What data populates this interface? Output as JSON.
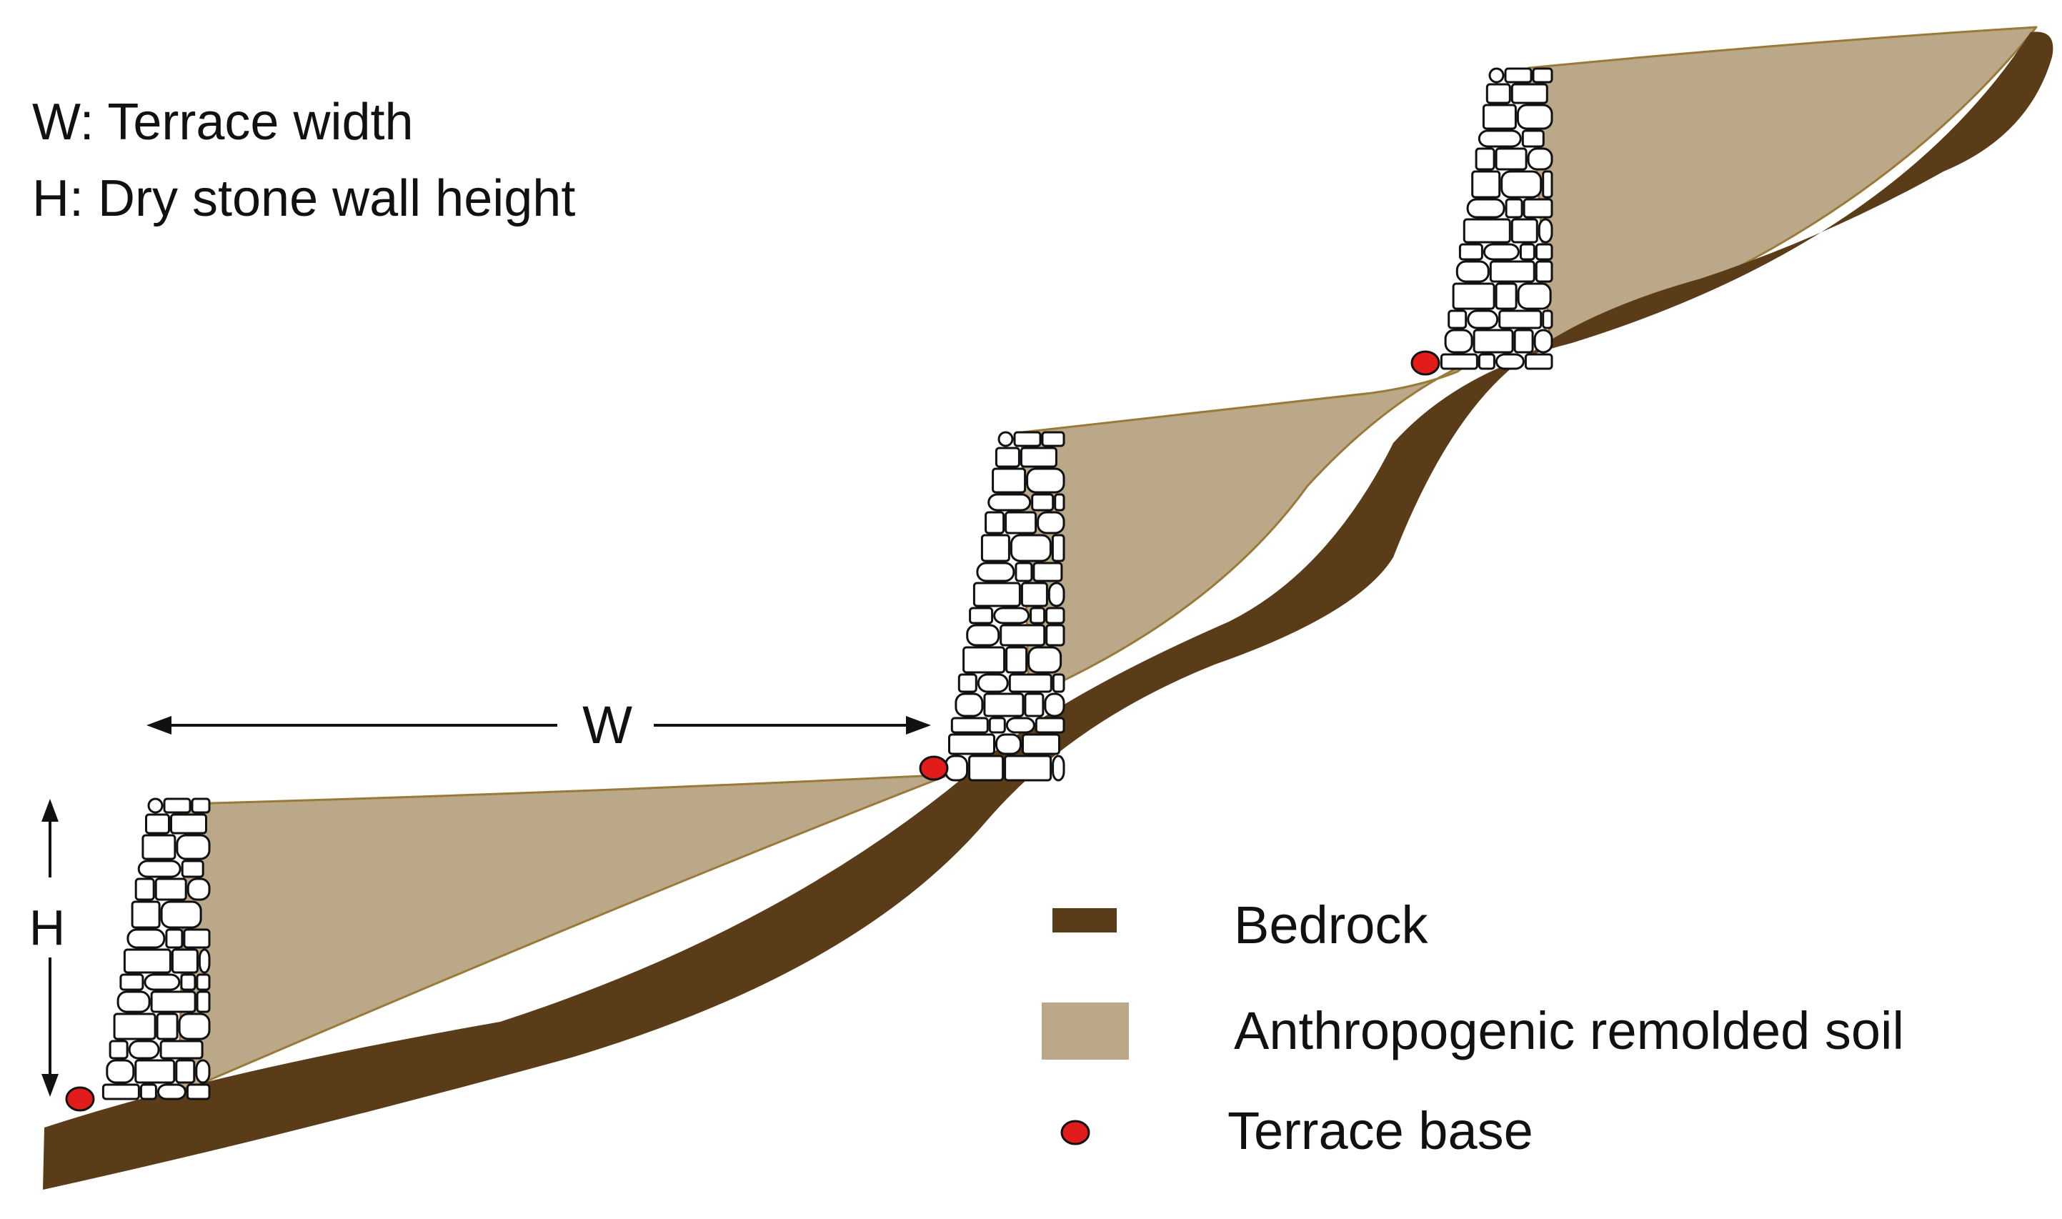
{
  "notes": {
    "w_line": "W: Terrace width",
    "h_line": "H:  Dry stone wall height"
  },
  "labels": {
    "w": "W",
    "h": "H"
  },
  "legend": {
    "bedrock": "Bedrock",
    "soil": "Anthropogenic remolded soil",
    "base": "Terrace base"
  },
  "colors": {
    "bedrock": "#5a3d18",
    "soil": "#bba888",
    "soil_edge": "#9a7a38",
    "base_dot": "#e21b1b",
    "stone": "#ffffff",
    "ink": "#111111"
  }
}
